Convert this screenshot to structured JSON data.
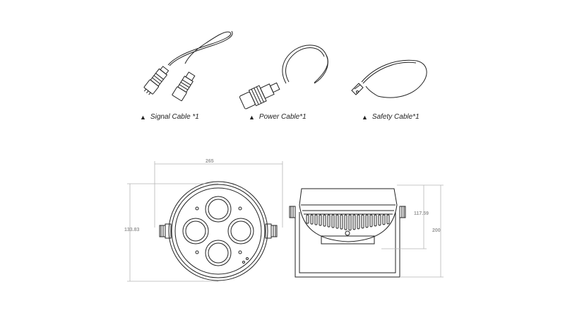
{
  "accessories": [
    {
      "icon": "triangle-icon",
      "label": "Signal Cable *1"
    },
    {
      "icon": "triangle-icon",
      "label": "Power Cable*1"
    },
    {
      "icon": "triangle-icon",
      "label": "Safety Cable*1"
    }
  ],
  "dimensions": {
    "width": "265",
    "front_height": "133.83",
    "side_upper": "117.59",
    "side_height": "200"
  },
  "colors": {
    "stroke": "#222222",
    "dimension_line": "#b5b5b5",
    "dimension_text": "#9a9a9a"
  }
}
